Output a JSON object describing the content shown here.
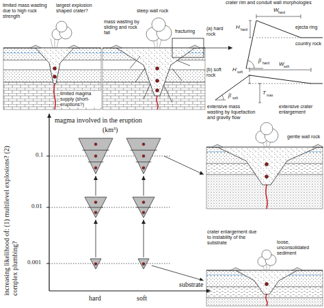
{
  "diagram": {
    "labels": [
      "limited mass wasting due to high rock strength",
      "largest explosion shaped crater?",
      "steep wall rock",
      "mass wasting by sliding and rock fall",
      "fracturing",
      "limited magma supply (short-eruptions?)",
      "crater rim and conduit wall morphologies",
      "(a) hard rock",
      "W",
      "hard",
      "H",
      "hard",
      "ejecta ring",
      "β",
      "hard",
      "country rock",
      "(b) soft rock",
      "H",
      "soft",
      "W",
      "soft",
      "β",
      "soft",
      "T",
      "max",
      "magma involved in the eruption",
      "(km³)",
      "0.1",
      "0.01",
      "0.001",
      "increasing likelihood of: (1) multilevel explosions? (2) complex plumbing?",
      "hard",
      "soft",
      "substrate",
      "extensive mass wasting by liquefaction and gravity flow",
      "extensive crater enlargement",
      "gentle wall rock",
      "crater enlargement due to instability of the substrate",
      "loose, unconsolidated sediment"
    ]
  }
}
